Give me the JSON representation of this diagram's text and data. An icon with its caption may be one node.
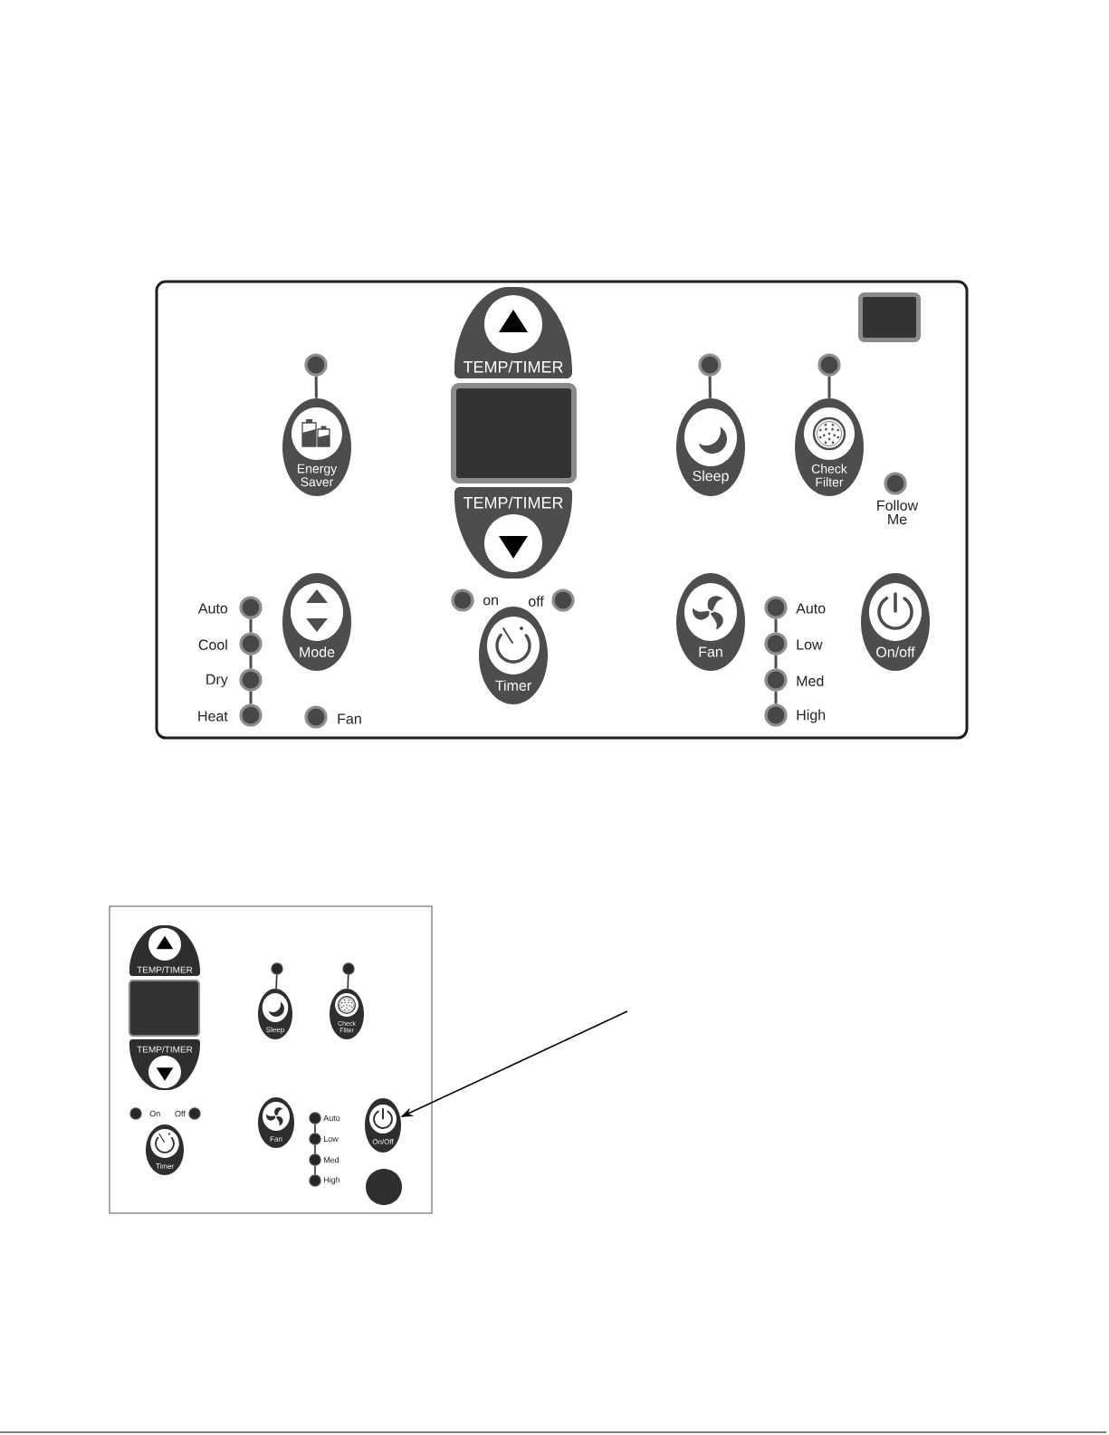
{
  "diagram": {
    "nodes": [
      {
        "text": [],
        "shape": "box"
      },
      {
        "text": [],
        "shape": "circle",
        "in": 0
      },
      {
        "text": [
          "Energy Saver"
        ],
        "in": 0
      },
      {
        "text": [
          "TEMP/TIMER"
        ],
        "in": 0
      },
      {
        "text": [],
        "shape": "circle",
        "in": 0
      },
      {
        "text": [],
        "shape": "circle",
        "in": 0
      },
      {
        "text": [
          "Sleep"
        ],
        "in": 0
      },
      {
        "text": [
          "Check Filter"
        ],
        "in": 0
      },
      {
        "text": [],
        "shape": "circle",
        "beside": [
          "Follow Me"
        ],
        "in": 0
      },
      {
        "text": [
          "TEMP/TIMER"
        ],
        "in": 0
      },
      {
        "text": [],
        "shape": "circle",
        "in": 0
      },
      {
        "text": [],
        "shape": "circle",
        "in": 0
      },
      {
        "text": [],
        "shape": "circle",
        "beside": [
          "Auto"
        ],
        "in": 0
      },
      {
        "text": [
          "Mode"
        ],
        "in": 0
      },
      {
        "text": [
          "Fan"
        ],
        "in": 0
      },
      {
        "text": [],
        "shape": "circle",
        "beside": [
          "Auto"
        ],
        "in": 0
      },
      {
        "text": [
          "On/off"
        ],
        "in": 0
      },
      {
        "text": [],
        "shape": "circle",
        "beside": [
          "Cool"
        ],
        "in": 0
      },
      {
        "text": [
          "Timer"
        ],
        "in": 0
      },
      {
        "text": [],
        "shape": "circle",
        "beside": [
          "Low"
        ],
        "in": 0
      },
      {
        "text": [],
        "shape": "circle",
        "beside": [
          "Dry"
        ],
        "in": 0
      },
      {
        "text": [],
        "shape": "circle",
        "beside": [
          "Med"
        ],
        "in": 0
      },
      {
        "text": [],
        "shape": "circle",
        "beside": [
          "Heat"
        ],
        "in": 0
      },
      {
        "text": [],
        "shape": "circle",
        "beside": [
          "Fan"
        ],
        "in": 0
      },
      {
        "text": [],
        "shape": "circle",
        "beside": [
          "High"
        ],
        "in": 0
      },
      {
        "text": [],
        "shape": "box"
      },
      {
        "text": [
          "TEMP/TIMER"
        ],
        "in": 25
      },
      {
        "text": [],
        "shape": "circle",
        "in": 25
      },
      {
        "text": [],
        "shape": "circle",
        "in": 25
      },
      {
        "text": [
          "Sleep"
        ],
        "in": 25
      },
      {
        "text": [
          "Check Filter"
        ],
        "in": 25
      },
      {
        "text": [
          "TEMP/TIMER"
        ],
        "in": 25
      },
      {
        "text": [],
        "shape": "circle",
        "in": 25
      },
      {
        "text": [],
        "shape": "circle",
        "in": 25
      },
      {
        "text": [
          "Fan"
        ],
        "in": 25
      },
      {
        "text": [],
        "shape": "circle",
        "beside": [
          "Auto"
        ],
        "in": 25
      },
      {
        "text": [
          "On/Off"
        ],
        "in": 25
      },
      {
        "text": [
          "Timer"
        ],
        "in": 25
      },
      {
        "text": [],
        "shape": "circle",
        "beside": [
          "Low"
        ],
        "in": 25
      },
      {
        "text": [],
        "shape": "circle",
        "beside": [
          "Med"
        ],
        "in": 25
      },
      {
        "text": [],
        "shape": "circle",
        "beside": [
          "High"
        ],
        "in": 25
      },
      {
        "text": [],
        "shape": "circle",
        "in": 25
      }
    ],
    "edges": [
      {
        "from": 1,
        "to": 2,
        "arrow": "none"
      },
      {
        "from": 4,
        "to": 6,
        "arrow": "none"
      },
      {
        "from": 5,
        "to": 7,
        "arrow": "none"
      },
      {
        "from": 12,
        "to": 17,
        "arrow": "none"
      },
      {
        "from": 17,
        "to": 20,
        "arrow": "none"
      },
      {
        "from": 20,
        "to": 22,
        "arrow": "none"
      },
      {
        "from": 15,
        "to": 19,
        "arrow": "none"
      },
      {
        "from": 19,
        "to": 21,
        "arrow": "none"
      },
      {
        "from": 21,
        "to": 24,
        "arrow": "none"
      },
      {
        "from": 27,
        "to": 29,
        "arrow": "none"
      },
      {
        "from": 28,
        "to": 30,
        "arrow": "none"
      },
      {
        "from": 35,
        "to": 38,
        "arrow": "none"
      },
      {
        "from": 38,
        "to": 39,
        "arrow": "none"
      },
      {
        "from": 39,
        "to": 40,
        "arrow": "none"
      },
      {
        "from": null,
        "to": 36,
        "arrow": "to",
        "color": "#000000"
      }
    ],
    "labels": [
      "on",
      "off",
      "On",
      "Off"
    ]
  }
}
